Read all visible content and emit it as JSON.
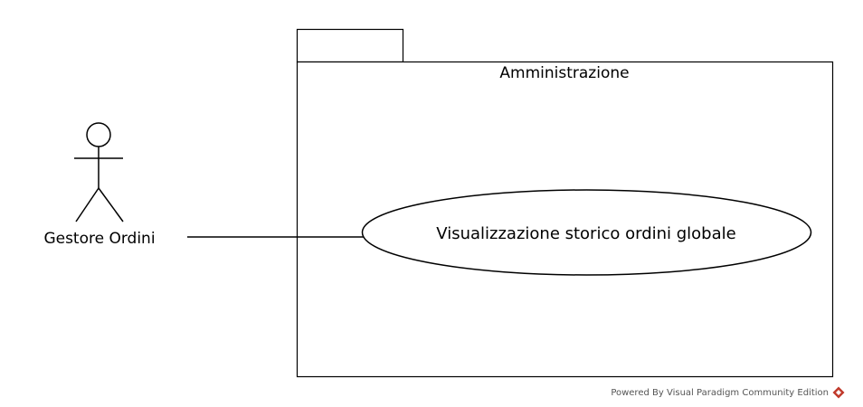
{
  "package": {
    "name": "Amministrazione"
  },
  "actor": {
    "name": "Gestore Ordini"
  },
  "use_case": {
    "name": "Visualizzazione storico ordini globale"
  },
  "footer": {
    "text": "Powered By Visual Paradigm Community Edition",
    "logo_icon": "visual-paradigm-logo-icon",
    "logo_color": "#c0392b"
  }
}
